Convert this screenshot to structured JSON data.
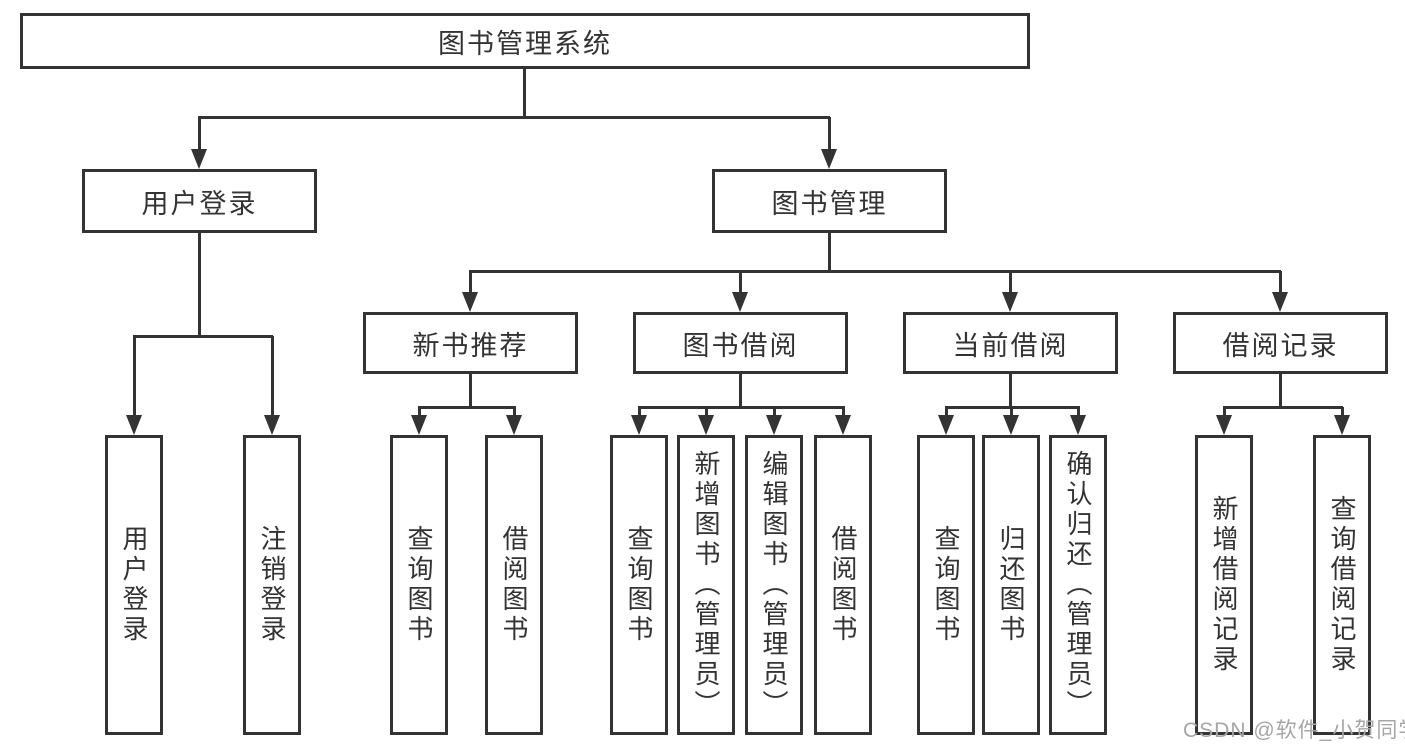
{
  "diagram_title": "图书管理系统",
  "colors": {
    "line": "#333333",
    "text": "#333333",
    "background": "#ffffff",
    "watermark": "#a6a6a6"
  },
  "nodes": {
    "root": {
      "label": "图书管理系统"
    },
    "user_login": {
      "label": "用户登录"
    },
    "book_mgmt": {
      "label": "图书管理"
    },
    "new_books": {
      "label": "新书推荐"
    },
    "book_borrow": {
      "label": "图书借阅"
    },
    "current_borrow": {
      "label": "当前借阅"
    },
    "borrow_records": {
      "label": "借阅记录"
    },
    "leaf_user_login": {
      "label": "用户登录"
    },
    "leaf_logout": {
      "label": "注销登录"
    },
    "leaf_query_books_new": {
      "label": "查询图书"
    },
    "leaf_borrow_books_new": {
      "label": "借阅图书"
    },
    "leaf_query_books_borrow": {
      "label": "查询图书"
    },
    "leaf_add_books_admin": {
      "label": "新增图书（管理员）"
    },
    "leaf_edit_books_admin": {
      "label": "编辑图书（管理员）"
    },
    "leaf_borrow_books_borrow": {
      "label": "借阅图书"
    },
    "leaf_query_books_current": {
      "label": "查询图书"
    },
    "leaf_return_books": {
      "label": "归还图书"
    },
    "leaf_confirm_return_admin": {
      "label": "确认归还（管理员）"
    },
    "leaf_add_borrow_record": {
      "label": "新增借阅记录"
    },
    "leaf_query_borrow_record": {
      "label": "查询借阅记录"
    }
  },
  "structure": {
    "图书管理系统": [
      "用户登录",
      "图书管理"
    ],
    "用户登录": [
      "用户登录",
      "注销登录"
    ],
    "图书管理": [
      "新书推荐",
      "图书借阅",
      "当前借阅",
      "借阅记录"
    ],
    "新书推荐": [
      "查询图书",
      "借阅图书"
    ],
    "图书借阅": [
      "查询图书",
      "新增图书（管理员）",
      "编辑图书（管理员）",
      "借阅图书"
    ],
    "当前借阅": [
      "查询图书",
      "归还图书",
      "确认归还（管理员）"
    ],
    "借阅记录": [
      "新增借阅记录",
      "查询借阅记录"
    ]
  },
  "watermark": {
    "text": "CSDN @软件_小贺同学"
  }
}
